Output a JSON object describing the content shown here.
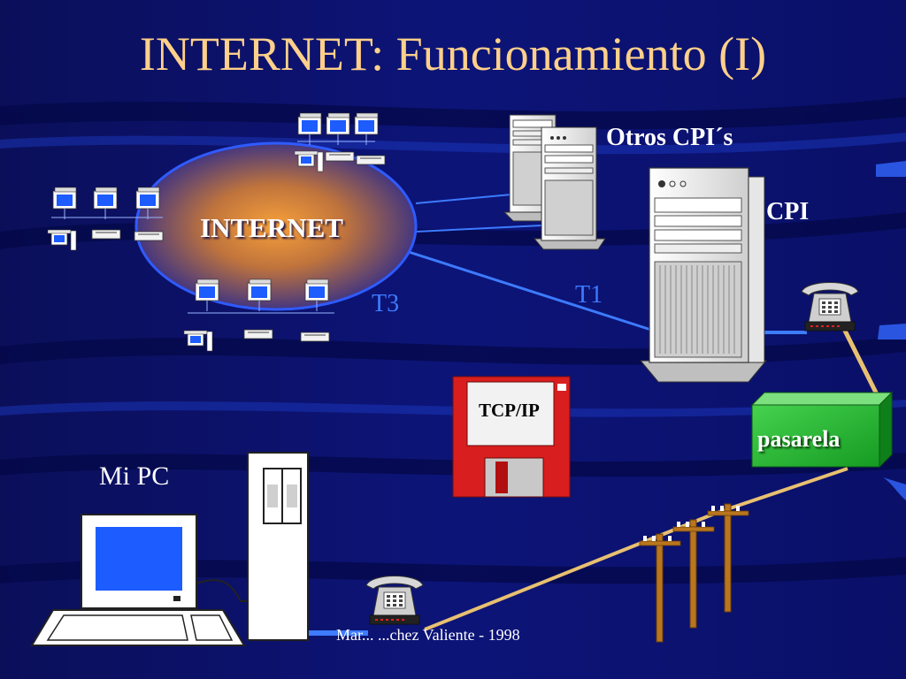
{
  "slide": {
    "title": "INTERNET: Funcionamiento (I)",
    "footer": "Mar... ...chez Valiente - 1998"
  },
  "labels": {
    "otros_cpis": "Otros CPI´s",
    "cpi": "CPI",
    "internet": "INTERNET",
    "t1": "T1",
    "t3": "T3",
    "tcp_ip": "TCP/IP",
    "pasarela": "pasarela",
    "mi_pc": "Mi PC"
  },
  "colors": {
    "background": "#0a0f6e",
    "title": "#ffd08a",
    "link_lines": "#3d7bff",
    "pasarela_box": "#1fae2e",
    "floppy": "#d81e1e",
    "cloud_center": "#f08a2a"
  }
}
